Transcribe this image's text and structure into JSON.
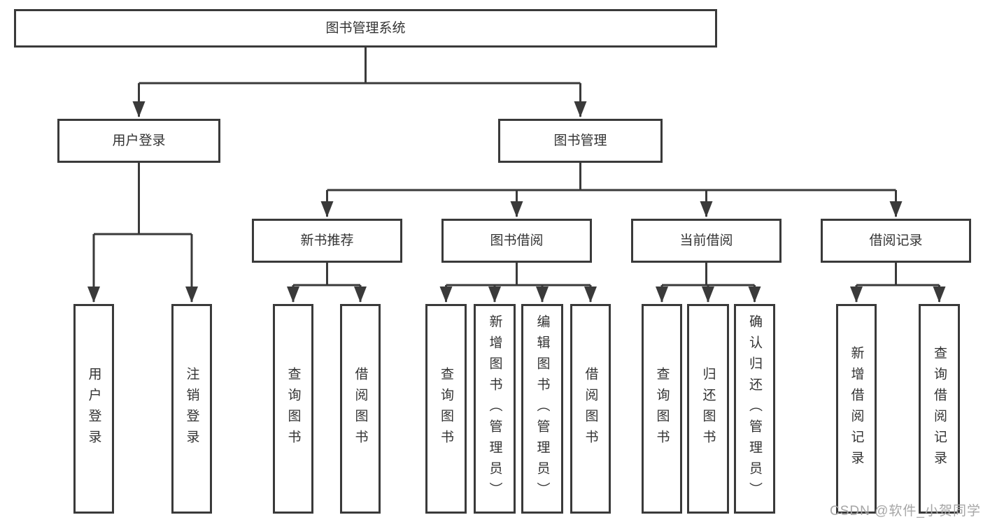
{
  "colors": {
    "line": "#3a3a3a",
    "text": "#333333",
    "bg": "#ffffff",
    "watermark": "#a6a6a6"
  },
  "root": {
    "label": "图书管理系统"
  },
  "level2": [
    {
      "label": "用户登录"
    },
    {
      "label": "图书管理"
    }
  ],
  "level3": [
    {
      "label": "新书推荐"
    },
    {
      "label": "图书借阅"
    },
    {
      "label": "当前借阅"
    },
    {
      "label": "借阅记录"
    }
  ],
  "leaves": [
    {
      "label": "用户登录"
    },
    {
      "label": "注销登录"
    },
    {
      "label": "查询图书"
    },
    {
      "label": "借阅图书"
    },
    {
      "label": "查询图书"
    },
    {
      "label": "新增图书（管理员）"
    },
    {
      "label": "编辑图书（管理员）"
    },
    {
      "label": "借阅图书"
    },
    {
      "label": "查询图书"
    },
    {
      "label": "归还图书"
    },
    {
      "label": "确认归还（管理员）"
    },
    {
      "label": "新增借阅记录"
    },
    {
      "label": "查询借阅记录"
    }
  ],
  "watermark": {
    "text": "CSDN @软件_小贺同学"
  }
}
